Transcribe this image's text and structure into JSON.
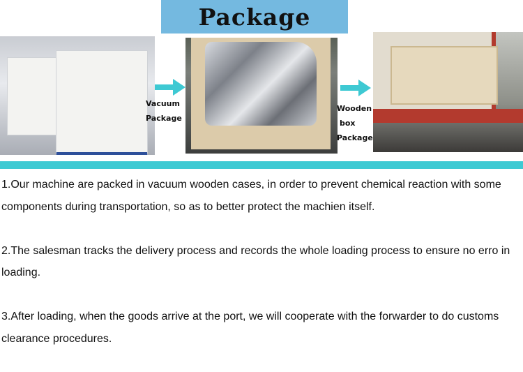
{
  "title": "Package",
  "steps": [
    {
      "label_lines": [
        "Vacuum",
        "Package"
      ]
    },
    {
      "label_lines": [
        "Wooden",
        "box",
        "Package"
      ]
    }
  ],
  "paragraphs": [
    "1.Our machine are packed in vacuum wooden cases, in order to prevent chemical reaction with some components during transportation, so as to better protect the machien itself.",
    "2.The salesman tracks the delivery process and records the whole loading process to ensure no erro in loading.",
    "3.After loading, when the goods arrive at the port, we will cooperate with the forwarder to do customs clearance procedures."
  ],
  "colors": {
    "banner": "#74b9e0",
    "accent": "#3ecad3"
  }
}
